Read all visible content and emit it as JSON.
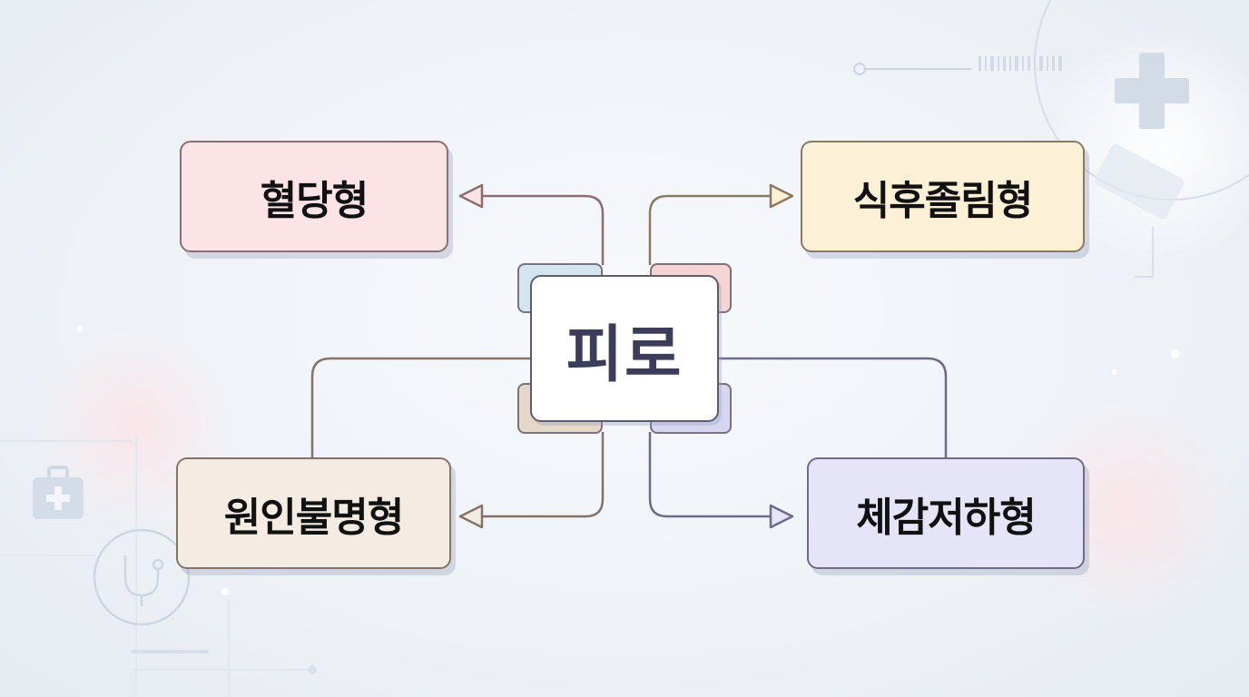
{
  "center": {
    "label": "피로"
  },
  "branches": {
    "top_left": {
      "label": "혈당형",
      "color": "#fbe3e6"
    },
    "top_right": {
      "label": "식후졸림형",
      "color": "#fcf0d6"
    },
    "bottom_left": {
      "label": "원인불명형",
      "color": "#f4ebe3"
    },
    "bottom_right": {
      "label": "체감저하형",
      "color": "#e6e4f8"
    }
  },
  "decorations": {
    "icons": [
      "medical-cross-icon",
      "first-aid-kit-icon",
      "stethoscope-icon"
    ]
  }
}
